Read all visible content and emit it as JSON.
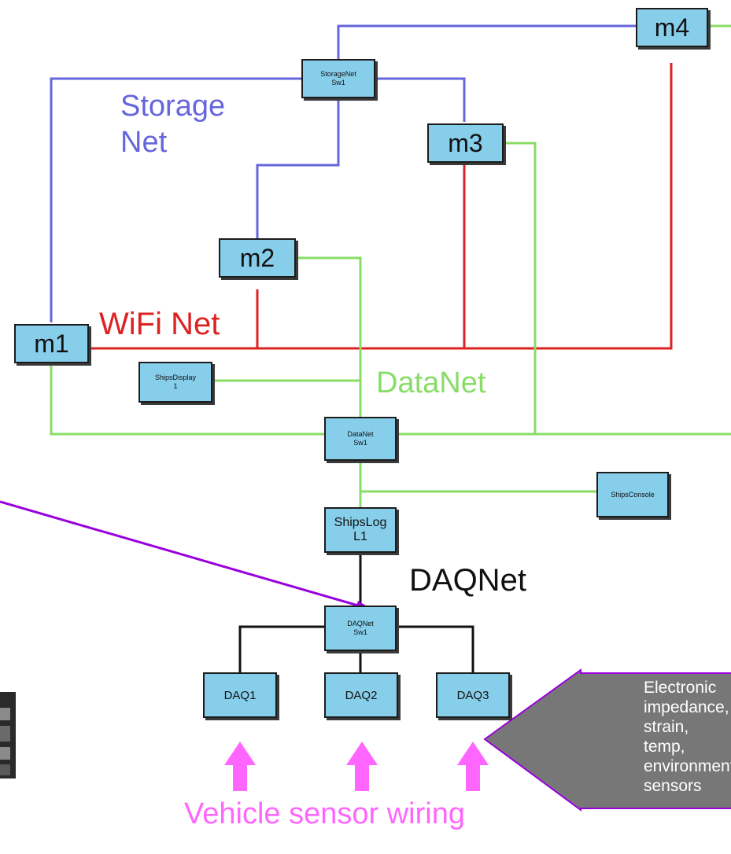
{
  "colors": {
    "storage_net": "#6666dd",
    "wifi_net": "#dd2222",
    "data_net": "#88dd66",
    "daq_net": "#111111",
    "pointer_arrow": "#9900dd",
    "sensor_arrow": "#ff66ff",
    "node_fill": "#87ceeb",
    "callout_fill": "#777777"
  },
  "nodes": {
    "m1": "m1",
    "m2": "m2",
    "m3": "m3",
    "m4": "m4",
    "storage_switch": "StorageNet\nSw1",
    "ships_display": "ShipsDisplay\n1",
    "datanet_switch": "DataNet\nSw1",
    "ships_console": "ShipsConsole",
    "ships_log": "ShipsLog\nL1",
    "daqnet_switch": "DAQNet\nSw1",
    "daq1": "DAQ1",
    "daq2": "DAQ2",
    "daq3": "DAQ3"
  },
  "labels": {
    "storage_net": "Storage\nNet",
    "wifi_net": "WiFi Net",
    "data_net": "DataNet",
    "daq_net": "DAQNet",
    "sensor_wiring": "Vehicle sensor wiring"
  },
  "callout": {
    "text": "Electronic\nimpedance,\nstrain, temp,\nenvironmental\nsensors"
  }
}
